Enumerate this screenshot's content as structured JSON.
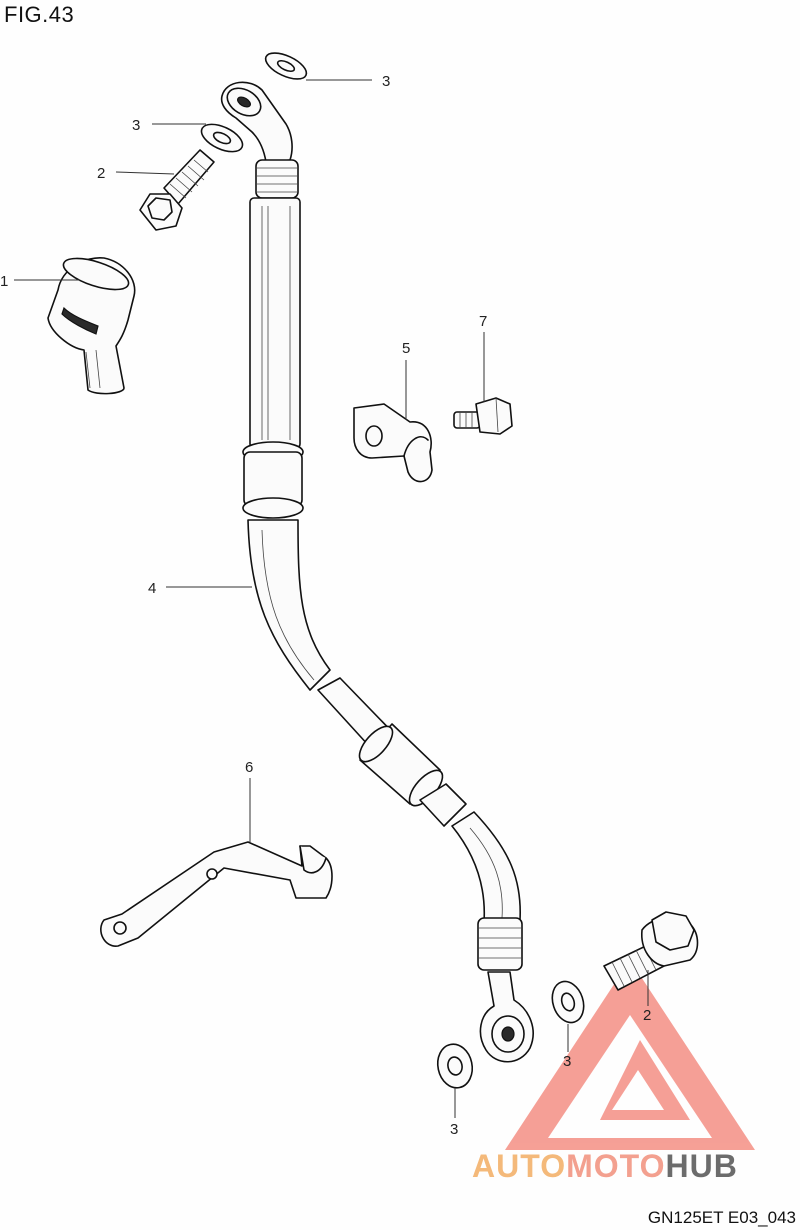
{
  "figure": {
    "title": "FIG.43",
    "code": "GN125ET E03_043"
  },
  "callouts": [
    "3",
    "3",
    "2",
    "1",
    "7",
    "5",
    "4",
    "6",
    "2",
    "3",
    "3"
  ],
  "watermark": {
    "part1": "AUTO",
    "part2": "MOTO",
    "part3": "HUB",
    "colors": {
      "auto": "#f4b97a",
      "moto": "#f3a08f",
      "hub": "#6c6c6c",
      "triangle": "#f28c80"
    }
  }
}
